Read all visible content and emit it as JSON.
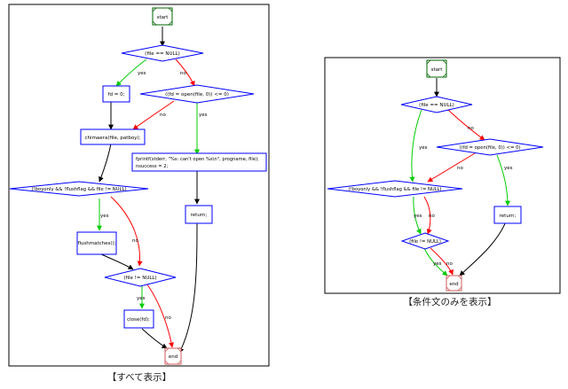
{
  "captions": {
    "left": "【すべて表示】",
    "right": "【条件文のみを表示】"
  },
  "colors": {
    "frame": "#000000",
    "node_border": "#0000ff",
    "start_border": "#006400",
    "end_border": "#cd5c5c",
    "edge_plain": "#000000",
    "edge_yes": "#00cc00",
    "edge_no": "#ff0000"
  },
  "left_flow": {
    "nodes": {
      "start": "start",
      "cond_file_null": "(file == NULL)",
      "fd_zero": "fd = 0;",
      "cond_open": "((fd = open(file, 0)) <= 0)",
      "chimaera": "chimaera(file, patboy);",
      "fprintf_line1": "fprintf(stderr, \"%s: can't open %s\\n\", progname, file);",
      "fprintf_line2": "nsuccess = 2;",
      "cond_boyonly": "(!boyonly && !flushflag && file != NULL)",
      "return": "return;",
      "flushmatches": "flushmatches();",
      "cond_file_not_null": "(file != NULL)",
      "close": "close(fd);",
      "end": "end"
    },
    "edge_labels": {
      "null_yes": "yes",
      "null_no": "no",
      "open_no": "no",
      "open_yes": "yes",
      "boyonly_yes": "yes",
      "boyonly_no": "no",
      "notnull_yes": "yes",
      "notnull_no": "no"
    }
  },
  "right_flow": {
    "nodes": {
      "start": "start",
      "cond_file_null": "(file == NULL)",
      "cond_open": "((fd = open(file, 0)) <= 0)",
      "cond_boyonly": "(!boyonly && !flushflag && file != NULL)",
      "return": "return;",
      "cond_file_not_null": "(file != NULL)",
      "end": "end"
    },
    "edge_labels": {
      "null_no": "no",
      "null_yes": "yes",
      "open_no": "no",
      "open_yes": "yes",
      "boyonly_yes": "yes",
      "boyonly_no": "no",
      "notnull_yes": "yes",
      "notnull_no": "no"
    }
  }
}
